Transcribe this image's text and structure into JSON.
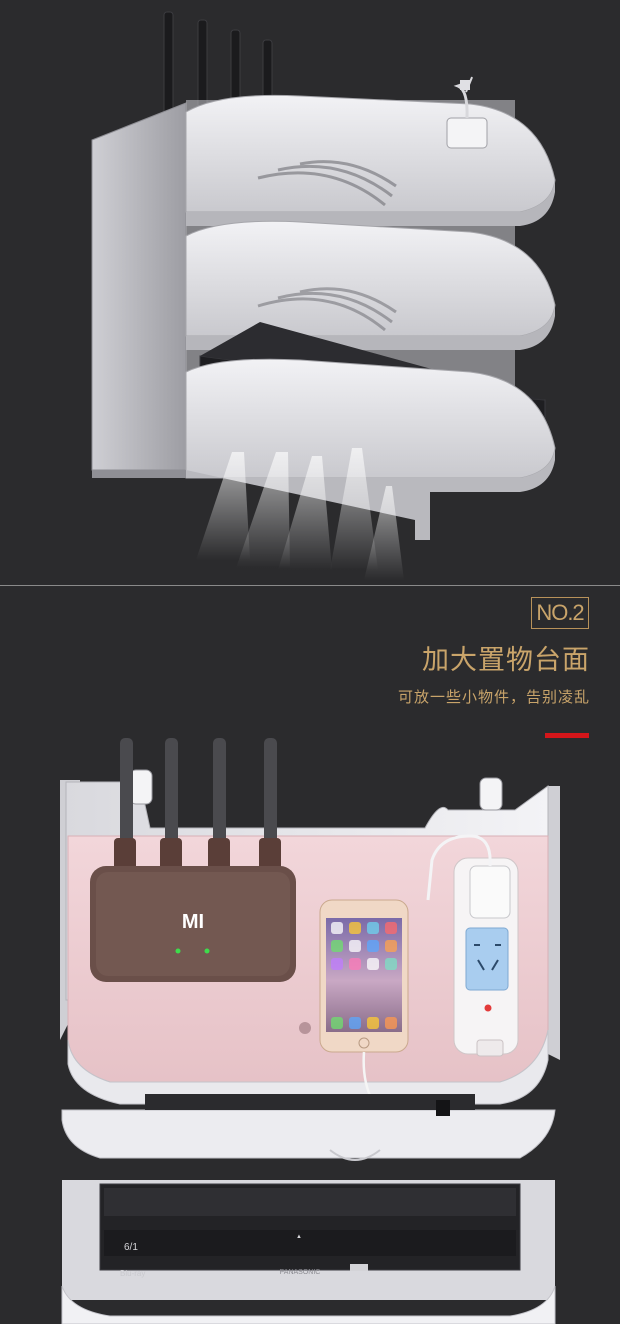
{
  "badge": {
    "label": "NO.2"
  },
  "heading": {
    "title": "加大置物台面",
    "subtitle": "可放一些小物件，告别凌乱"
  },
  "products": {
    "router_logo": "MI",
    "player_brand": "PANASONIC",
    "bluray_logo": "Blu-ray"
  },
  "colors": {
    "background": "#2b2b2d",
    "accent_gold": "#c9a46a",
    "accent_red": "#d4161a",
    "shelf_white": "#e6e6ea",
    "shelf_top_pink": "#edcdd1",
    "router_body": "#6a4f49"
  }
}
